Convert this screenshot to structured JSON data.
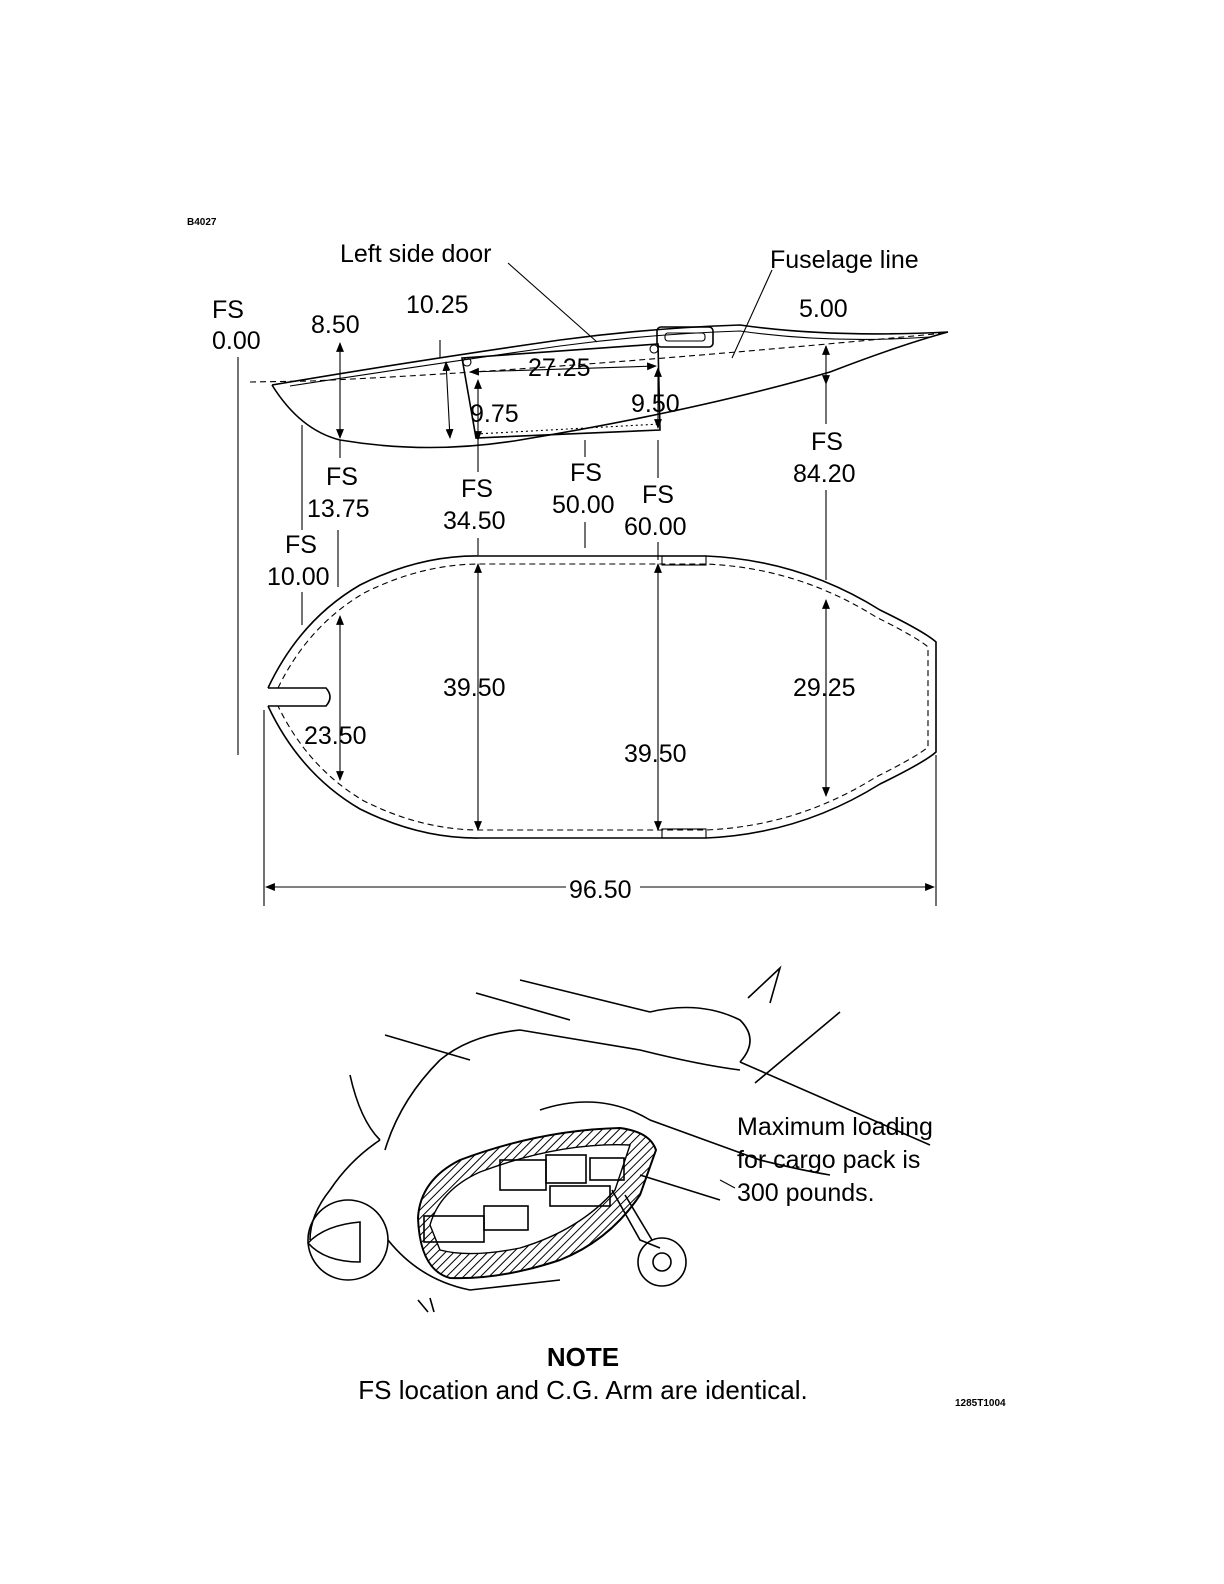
{
  "figure_id": "B4027",
  "drawing_no": "1285T1004",
  "callouts": {
    "left_side_door": "Left side door",
    "fuselage_line": "Fuselage line",
    "max_loading": [
      "Maximum loading",
      "for cargo pack is",
      "300 pounds."
    ]
  },
  "side_view": {
    "fs_0": [
      "FS",
      "0.00"
    ],
    "dim_850": "8.50",
    "dim_1025": "10.25",
    "dim_500": "5.00",
    "dim_2725": "27.25",
    "dim_975": "9.75",
    "dim_950": "9.50",
    "fs_1375": [
      "FS",
      "13.75"
    ],
    "fs_3450": [
      "FS",
      "34.50"
    ],
    "fs_5000": [
      "FS",
      "50.00"
    ],
    "fs_6000": [
      "FS",
      "60.00"
    ],
    "fs_8420": [
      "FS",
      "84.20"
    ],
    "fs_1000": [
      "FS",
      "10.00"
    ]
  },
  "top_view": {
    "width_3950_a": "39.50",
    "width_3950_b": "39.50",
    "width_2925": "29.25",
    "width_2350": "23.50",
    "length_9650": "96.50"
  },
  "note": {
    "title": "NOTE",
    "text": "FS location and C.G. Arm are identical."
  }
}
